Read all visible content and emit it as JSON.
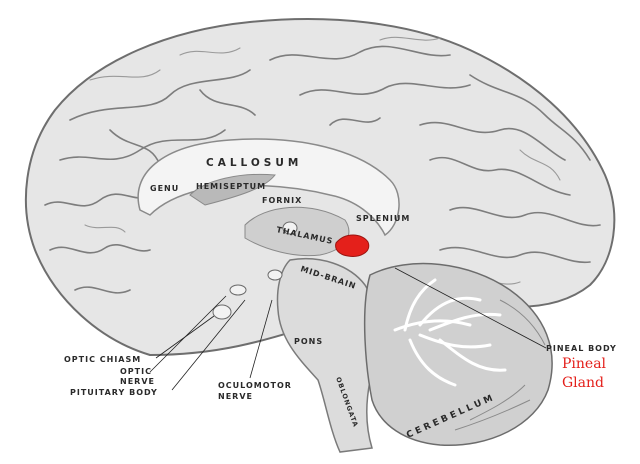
{
  "labels": {
    "callosum": "CALLOSUM",
    "genu": "GENU",
    "hemiseptum": "HEMISEPTUM",
    "fornix": "FORNIX",
    "thalamus": "THALAMUS",
    "splenium": "SPLENIUM",
    "mid_brain": "MID-BRAIN",
    "pons": "PONS",
    "oblongata": "OBLONGATA",
    "cerebellum": "CEREBELLUM",
    "optic_chiasm": "OPTIC CHIASM",
    "optic_nerve_1": "OPTIC",
    "optic_nerve_2": "NERVE",
    "pituitary_body": "PITUITARY BODY",
    "oculomotor_1": "OCULOMOTOR",
    "oculomotor_2": "NERVE",
    "pineal_body": "PINEAL BODY"
  },
  "callout": {
    "line1": "Pineal",
    "line2": "Gland",
    "color": "#e4201b"
  },
  "colors": {
    "brain_fill": "#e6e6e6",
    "gyri": "#7d7d7d",
    "highlight": "#e4201b"
  }
}
